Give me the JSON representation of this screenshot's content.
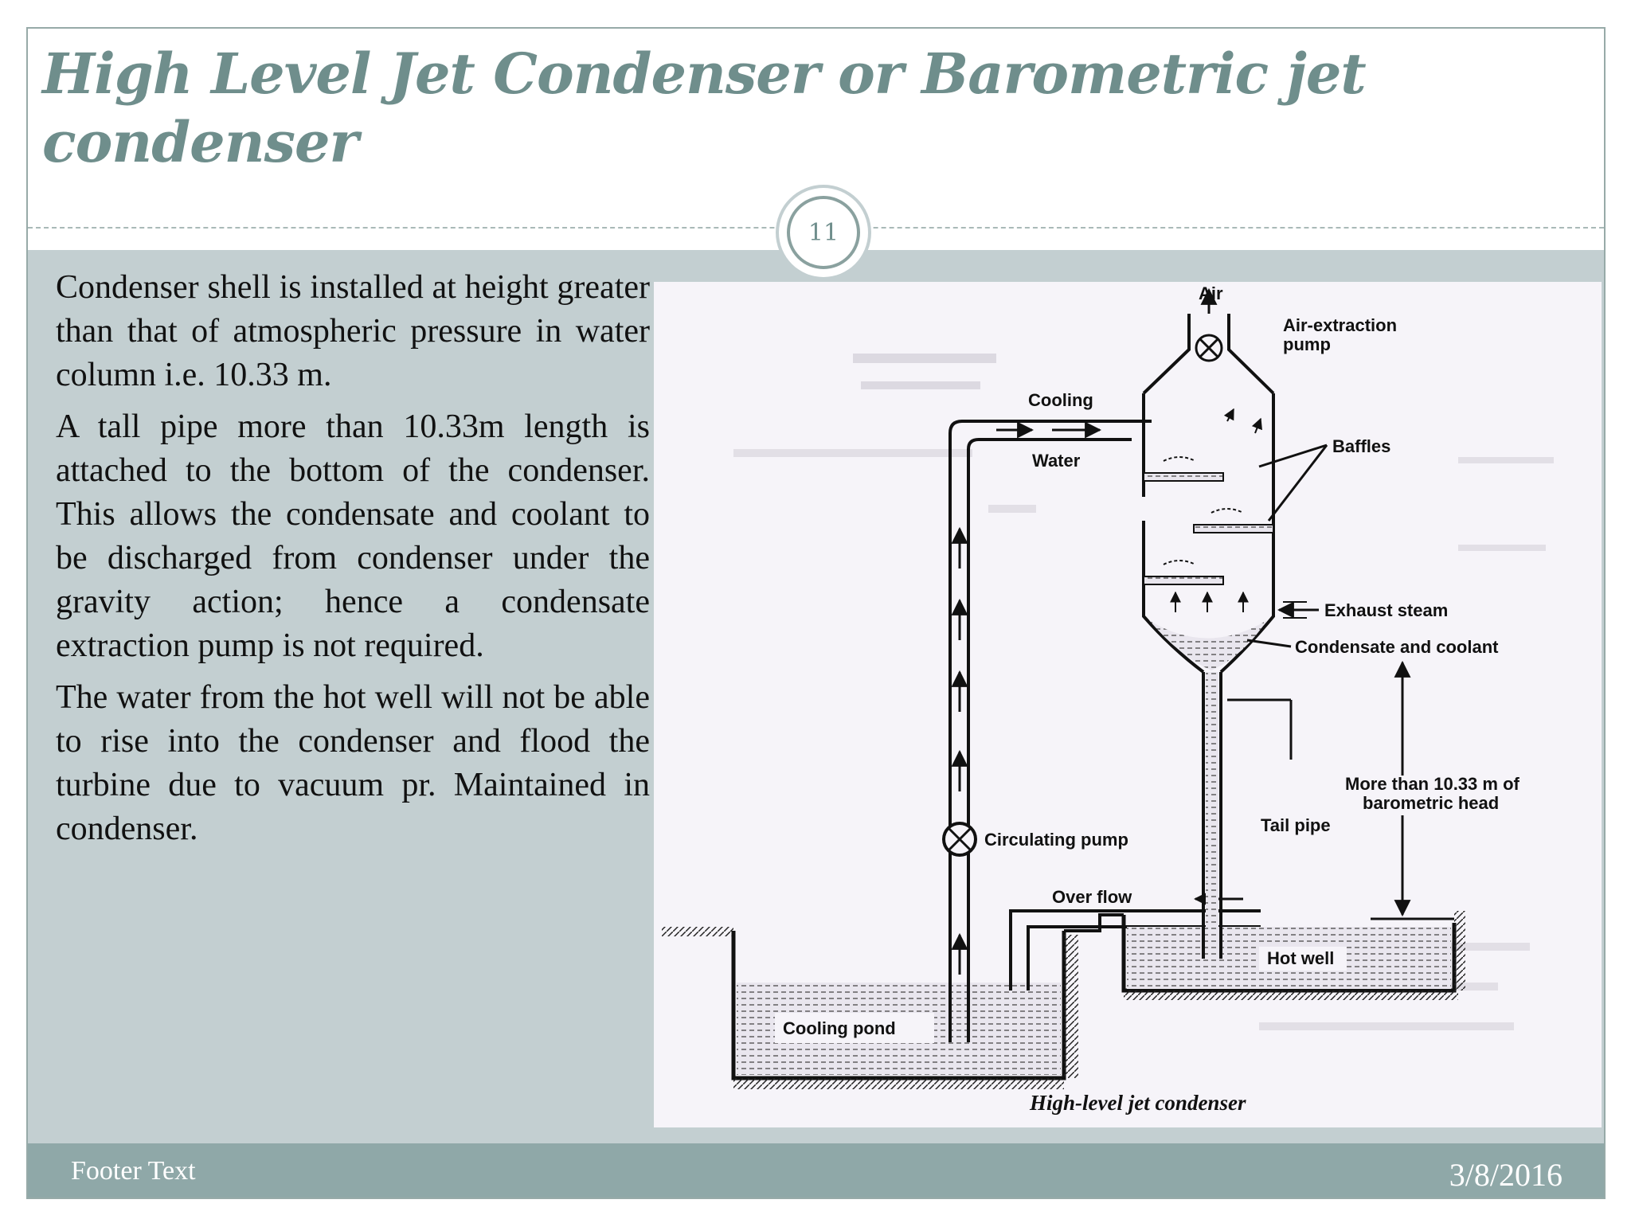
{
  "slide": {
    "title": "High Level Jet Condenser or Barometric jet condenser",
    "number": "11"
  },
  "body": {
    "paragraphs": [
      "Condenser shell is installed at height greater than that of atmospheric pressure in water column  i.e. 10.33 m.",
      "A tall pipe more than 10.33m length is attached to the bottom of the condenser. This allows the condensate and coolant to be discharged from condenser under the gravity action; hence a condensate extraction pump is not required.",
      "The water from the hot well will not be able to rise into the condenser and flood the turbine due to vacuum pr. Maintained in condenser."
    ]
  },
  "figure": {
    "caption": "High-level jet condenser",
    "labels": {
      "air": "Air",
      "air_extraction_1": "Air-extraction",
      "air_extraction_2": "pump",
      "cooling": "Cooling",
      "water": "Water",
      "baffles": "Baffles",
      "exhaust_steam": "Exhaust steam",
      "condensate_coolant": "Condensate and coolant",
      "more_than_1": "More than 10.33 m of",
      "more_than_2": "barometric head",
      "tail_pipe": "Tail pipe",
      "circulating_pump": "Circulating pump",
      "over_flow": "Over flow",
      "hot_well": "Hot well",
      "cooling_pond": "Cooling pond"
    }
  },
  "footer": {
    "text": "Footer Text",
    "date": "3/8/2016"
  }
}
